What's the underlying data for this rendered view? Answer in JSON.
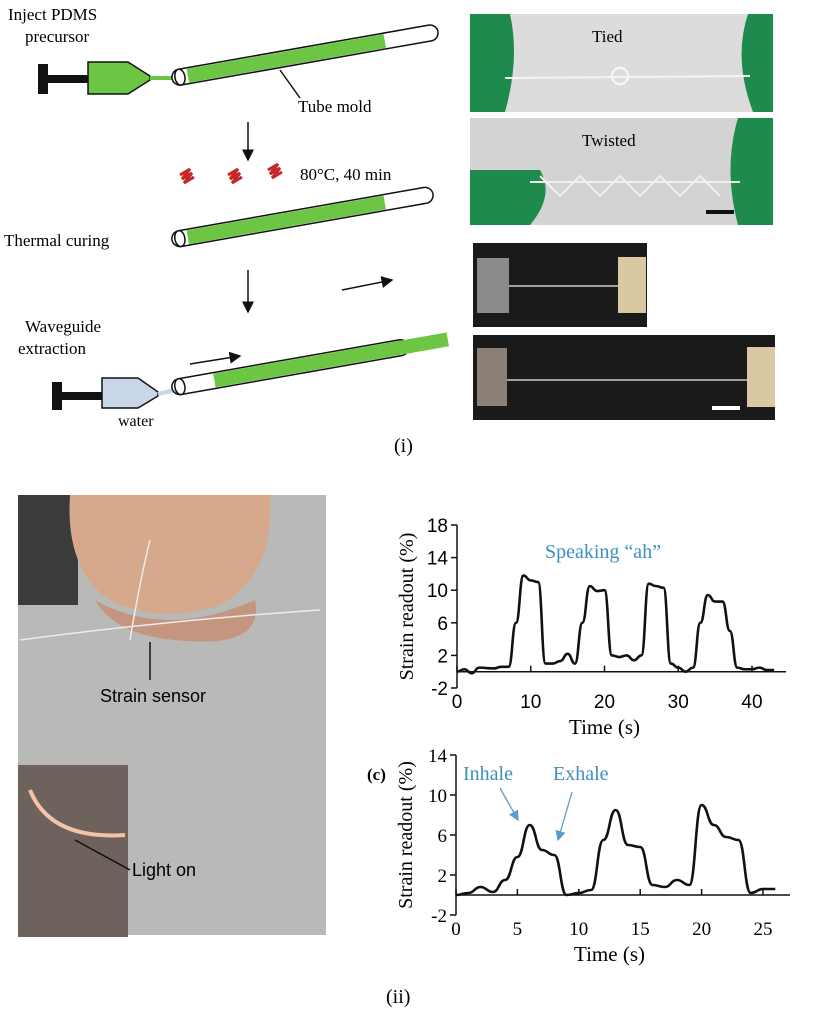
{
  "panel_i": {
    "label": "(i)",
    "steps": {
      "inject": [
        "Inject PDMS",
        "precursor"
      ],
      "tube_mold": "Tube mold",
      "cure_condition": "80°C, 40 min",
      "thermal_curing": "Thermal curing",
      "extraction": [
        "Waveguide",
        "extraction"
      ],
      "water": "water"
    },
    "photos": {
      "tied": "Tied",
      "twisted": "Twisted"
    }
  },
  "panel_ii": {
    "label": "(ii)",
    "sub_label": "(c)",
    "photo_labels": {
      "sensor": "Strain sensor",
      "light": "Light on"
    }
  },
  "colors": {
    "pdms_green": "#6cc644",
    "annotation_blue": "#3d8fc1",
    "heat_red": "#c8262a"
  },
  "chart_data": [
    {
      "type": "line",
      "title": "Speaking “ah”",
      "xlabel": "Time (s)",
      "ylabel": "Strain readout (%)",
      "xlim": [
        0,
        44
      ],
      "ylim": [
        -2,
        18
      ],
      "xticks": [
        0,
        10,
        20,
        30,
        40
      ],
      "yticks": [
        -2,
        2,
        6,
        10,
        14,
        18
      ],
      "grid": false,
      "x": [
        0,
        1,
        2,
        3,
        5,
        6,
        7,
        8,
        9,
        10,
        11,
        12,
        13,
        14,
        15,
        16,
        17,
        18,
        19,
        20,
        21,
        22,
        23,
        24,
        25,
        26,
        27,
        28,
        29,
        30,
        31,
        32,
        33,
        34,
        35,
        36,
        37,
        38,
        39,
        40,
        41,
        42,
        43
      ],
      "y": [
        0,
        0.3,
        -0.2,
        0.5,
        0.4,
        0.6,
        0.6,
        6,
        11.8,
        11.2,
        11,
        1,
        1,
        1.3,
        2.2,
        1,
        6,
        10.5,
        9.9,
        10,
        2,
        1.8,
        2,
        1.4,
        2,
        10.8,
        10.5,
        10.3,
        1,
        0.5,
        0,
        0.5,
        6,
        9.4,
        8.6,
        8.6,
        5,
        0.5,
        0.3,
        0.3,
        0.5,
        0.2,
        0.2
      ]
    },
    {
      "type": "line",
      "title": "",
      "annotations": [
        "Inhale",
        "Exhale"
      ],
      "xlabel": "Time (s)",
      "ylabel": "Strain readout (%)",
      "xlim": [
        0,
        27
      ],
      "ylim": [
        -2,
        14
      ],
      "xticks": [
        0,
        5,
        10,
        15,
        20,
        25
      ],
      "yticks": [
        -2,
        2,
        6,
        10,
        14
      ],
      "grid": false,
      "x": [
        0,
        1,
        2,
        3,
        4,
        5,
        6,
        7,
        8,
        9,
        10,
        11,
        12,
        13,
        14,
        15,
        16,
        17,
        18,
        19,
        20,
        21,
        22,
        23,
        24,
        25,
        26
      ],
      "y": [
        0,
        0.2,
        0.8,
        0.3,
        1.5,
        3.8,
        7,
        4.5,
        4,
        0,
        0.2,
        0.5,
        5.5,
        8.5,
        5,
        4.8,
        1,
        0.8,
        1.5,
        1,
        9,
        7,
        5.8,
        5.5,
        0.2,
        0.6,
        0.6
      ]
    }
  ]
}
